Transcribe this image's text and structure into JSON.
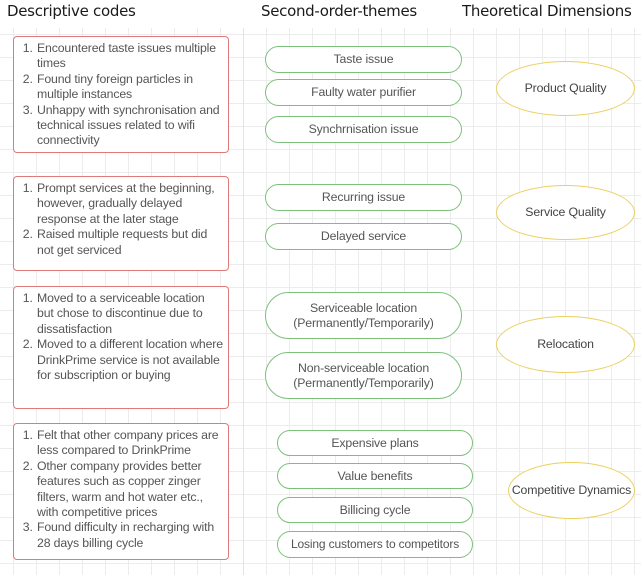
{
  "headers": {
    "descriptive_codes": "Descriptive codes",
    "second_order_themes": "Second-order-themes",
    "theoretical_dimensions": "Theoretical Dimensions"
  },
  "colors": {
    "code_border": "#e07a7a",
    "theme_border": "#7cc07c",
    "dimension_border": "#ecd060"
  },
  "groups": [
    {
      "descriptive_codes": [
        "Encountered taste issues multiple times",
        "Found tiny foreign particles in multiple instances",
        "Unhappy with synchronisation and technical issues related to wifi connectivity"
      ],
      "themes": [
        "Taste issue",
        "Faulty water purifier",
        "Synchrnisation issue"
      ],
      "dimension": "Product Quality"
    },
    {
      "descriptive_codes": [
        "Prompt services at the beginning, however, gradually delayed response at the later stage",
        "Raised multiple requests but did not get serviced"
      ],
      "themes": [
        "Recurring issue",
        "Delayed service"
      ],
      "dimension": "Service Quality"
    },
    {
      "descriptive_codes": [
        "Moved to a serviceable location but chose to discontinue due to dissatisfaction",
        "Moved to a different location where DrinkPrime service is not available for subscription or buying"
      ],
      "themes": [
        "Serviceable location (Permanently/Temporarily)",
        "Non-serviceable location (Permanently/Temporarily)"
      ],
      "dimension": "Relocation"
    },
    {
      "descriptive_codes": [
        "Felt that other company prices are less compared to DrinkPrime",
        "Other company provides better features such as copper zinger filters, warm and hot water etc., with competitive prices",
        "Found difficulty in recharging with 28 days billing cycle"
      ],
      "themes": [
        "Expensive plans",
        "Value benefits",
        "Billicing cycle",
        "Losing customers to competitors"
      ],
      "dimension": "Competitive Dynamics"
    }
  ]
}
